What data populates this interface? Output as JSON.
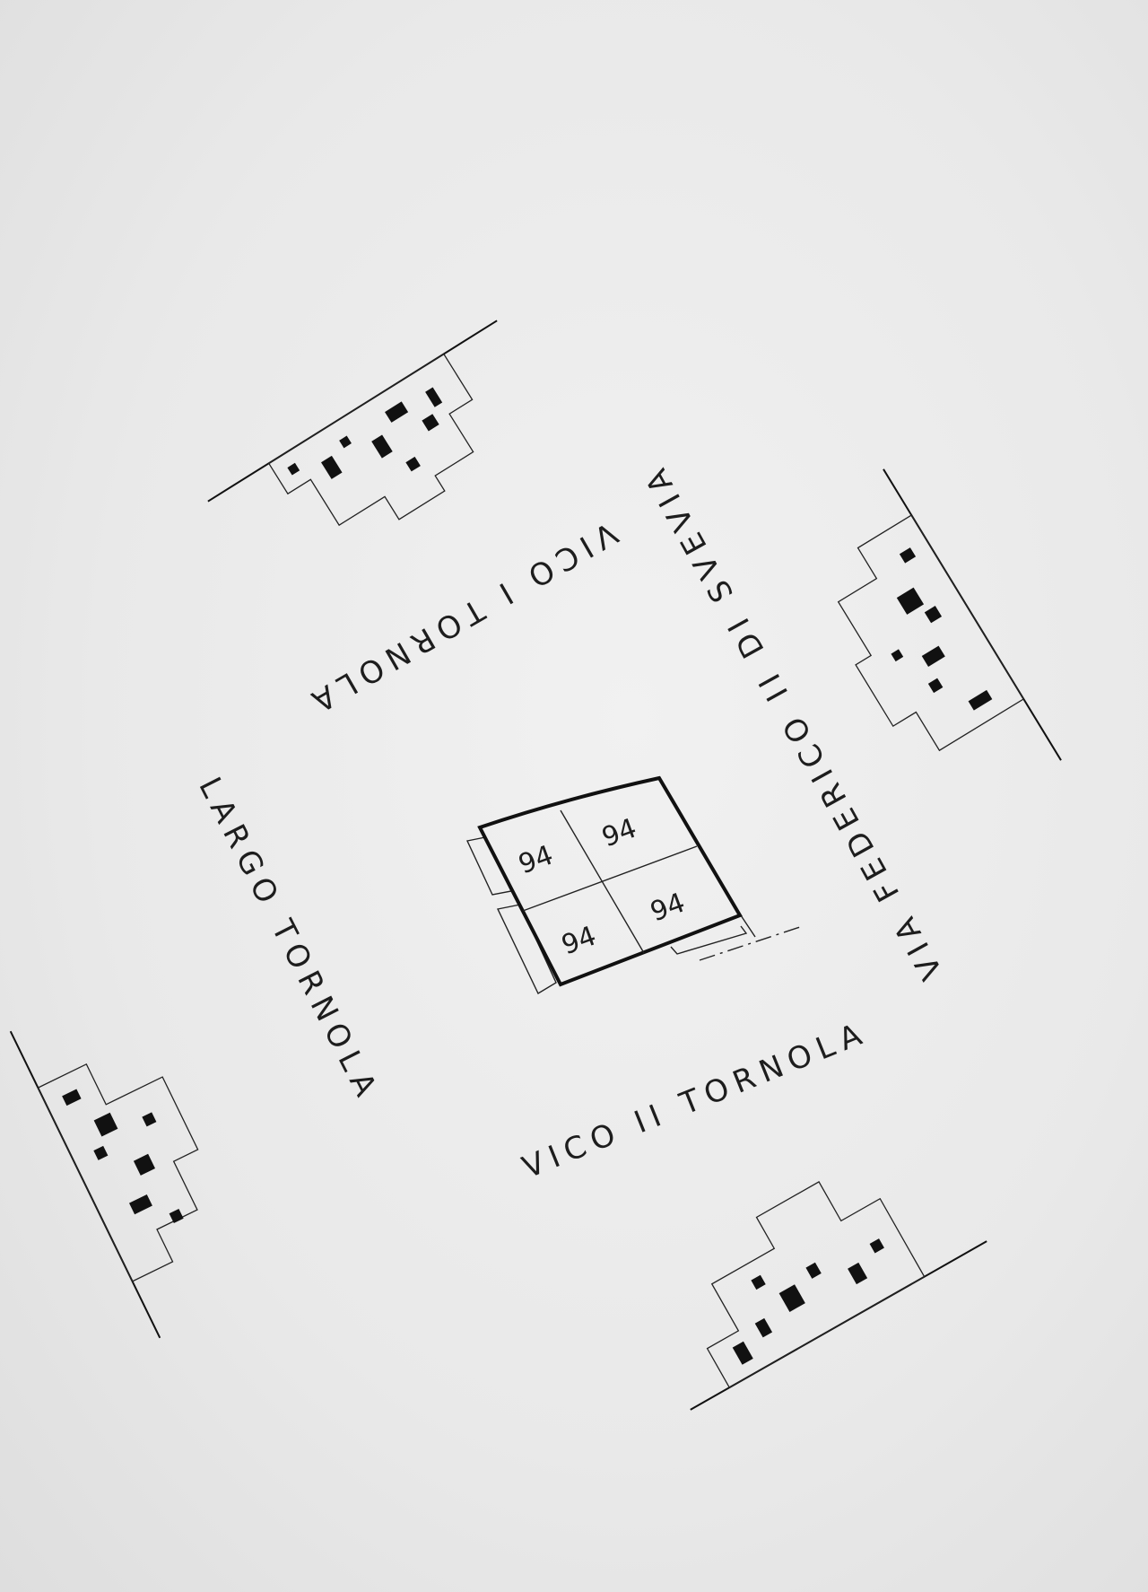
{
  "streets": {
    "vico_i": "VICO I TORNOLA",
    "via_federico": "VIA FEDERICO II DI SVEVIA",
    "largo": "LARGO TORNOLA",
    "vico_ii": "VICO II TORNOLA"
  },
  "parcels": [
    "94",
    "94",
    "94",
    "94"
  ],
  "colors": {
    "ink": "#1d1d1d",
    "paper": "#ebebeb"
  }
}
